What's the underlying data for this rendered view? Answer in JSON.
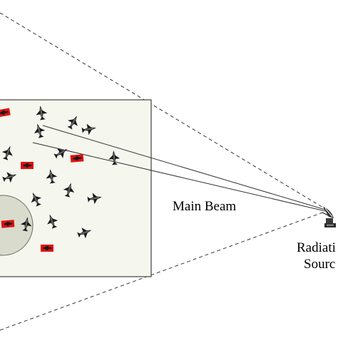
{
  "labels": {
    "main_beam": "Main Beam",
    "radiation": "Radiati",
    "source": "Sourc"
  },
  "colors": {
    "scene_fill": "#f5f6ee",
    "scene_border": "#444444",
    "beam_line": "#333333",
    "protected_zone": "#d9dccd",
    "target_box": "#e01010",
    "aircraft": "#1a1a1a"
  },
  "icons": {
    "aircraft": "aircraft-icon",
    "decoy_box": "red-marked-aircraft-icon",
    "radar": "radar-dish-icon"
  }
}
